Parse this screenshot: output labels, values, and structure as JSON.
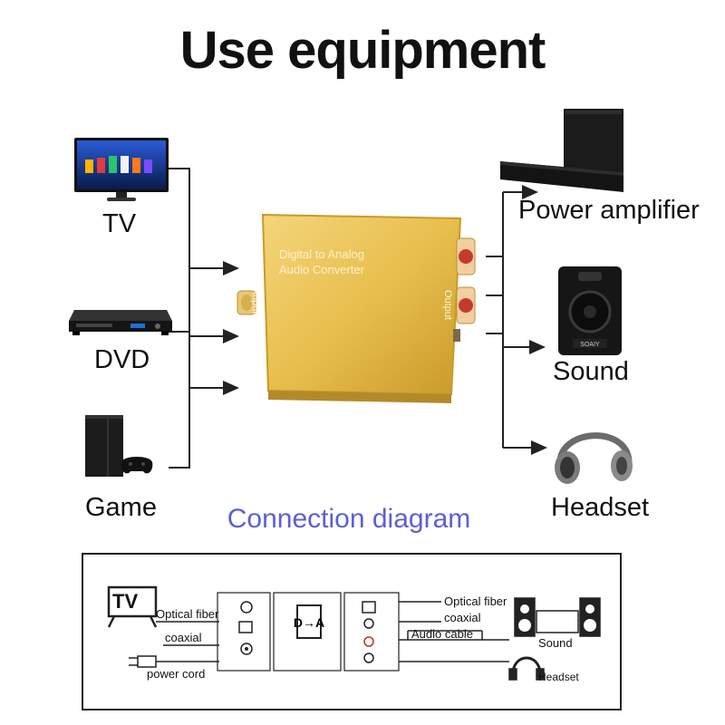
{
  "title": "Use equipment",
  "subtitle": "Connection diagram",
  "devices": {
    "left": [
      {
        "label": "TV",
        "icon": "tv-icon"
      },
      {
        "label": "DVD",
        "icon": "dvd-player-icon"
      },
      {
        "label": "Game",
        "icon": "game-console-icon"
      }
    ],
    "right": [
      {
        "label": "Power amplifier",
        "icon": "soundbar-icon"
      },
      {
        "label": "Sound",
        "icon": "speaker-icon"
      },
      {
        "label": "Headset",
        "icon": "headphones-icon"
      }
    ]
  },
  "converter": {
    "name_line1": "Digital to Analog",
    "name_line2": "Audio Converter",
    "input_label": "Input",
    "output_label": "Output",
    "colors": {
      "body": "#e8bf4e",
      "edge": "#c99a2a",
      "face": "#f1d171"
    }
  },
  "speaker_brand": "SOAIY",
  "diagram": {
    "tv_label": "TV",
    "optical_fiber_left": "Optical fiber",
    "coaxial_left": "coaxial",
    "power_cord": "power cord",
    "optical_fiber_right": "Optical fiber",
    "coaxial_right": "coaxial",
    "audio_cable": "Audio cable",
    "sound": "Sound",
    "headset": "Headset",
    "box_logo": "D→A"
  },
  "colors": {
    "accent": "#5b5fd6",
    "line": "#222222"
  }
}
